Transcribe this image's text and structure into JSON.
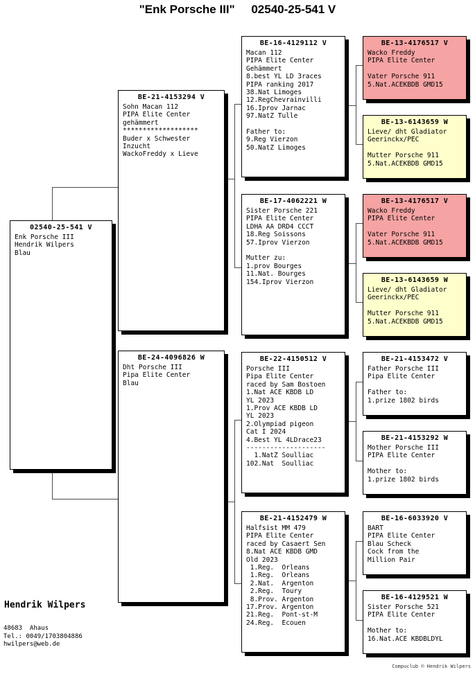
{
  "title": "\"Enk Porsche III\"     02540-25-541 V",
  "colors": {
    "sire_box": "#f5a3a3",
    "dam_box": "#ffffcc",
    "plain_box": "#ffffff",
    "border": "#000000",
    "shadow": "#000000",
    "connector": "#4a4a4a"
  },
  "boxes": {
    "subject": {
      "id": "02540-25-541 V",
      "lines": "Enk Porsche III\nHendrik Wilpers\nBlau"
    },
    "sire": {
      "id": "BE-21-4153294 V",
      "lines": "Sohn Macan 112\nPIPA Elite Center\ngehämmert\n*******************\nBuder x Schwester\nInzucht\nWackoFreddy x Lieve"
    },
    "dam": {
      "id": "BE-24-4096826 W",
      "lines": "Dht Porsche III\nPipa Elite Center\nBlau"
    },
    "sire_sire": {
      "id": "BE-16-4129112 V",
      "lines": "Macan 112\nPIPA Elite Center\nGehämmert\n8.best YL LD 3races\nPIPA ranking 2017\n38.Nat Limoges\n12.RegChevrainvilli\n16.Iprov Jarnac\n97.NatZ Tulle\n\nFather to:\n9.Reg Vierzon\n50.NatZ Limoges"
    },
    "sire_dam": {
      "id": "BE-17-4062221 W",
      "lines": "Sister Porsche 221\nPIPA Elite Center\nLDHA AA DRD4 CCCT\n18.Reg Soissons\n57.Iprov Vierzon\n\nMutter zu:\n1.prov Bourges\n11.Nat. Bourges\n154.Iprov Vierzon"
    },
    "dam_sire": {
      "id": "BE-22-4150512 V",
      "lines": "Porsche III\nPipa Elite Center\nraced by Sam Bostoen\n1.Nat ACE KBDB LD\nYL 2023\n1.Prov ACE KBDB LD\nYL 2023\n2.Olympiad pigeon\nCat I 2024\n4.Best YL 4LDrace23\n--------------------\n  1.NatZ Soulliac\n102.Nat  Soulliac"
    },
    "dam_dam": {
      "id": "BE-21-4152479 W",
      "lines": "Halfsist MM 479\nPIPA Elite Center\nraced by Casaert Sen\n8.Nat ACE KBDB GMD\nOld 2023\n 1.Reg.  Orleans\n 1.Reg.  Orleans\n 2.Nat.  Argenton\n 2.Reg.  Toury\n 8.Prov. Argenton\n17.Prov. Argenton\n21.Reg.  Pont-st-M\n24.Reg.  Ecouen"
    },
    "ss_sire": {
      "id": "BE-13-4176517 V",
      "lines": "Wacko Freddy\nPIPA Elite Center\n\nVater Porsche 911\n5.Nat.ACEKBDB GMD15"
    },
    "ss_dam": {
      "id": "BE-13-6143659 W",
      "lines": "Lieve/ dht Gladiator\nGeerinckx/PEC\n\nMutter Porsche 911\n5.Nat.ACEKBDB GMD15"
    },
    "sd_sire": {
      "id": "BE-13-4176517 V",
      "lines": "Wacko Freddy\nPIPA Elite Center\n\nVater Porsche 911\n5.Nat.ACEKBDB GMD15"
    },
    "sd_dam": {
      "id": "BE-13-6143659 W",
      "lines": "Lieve/ dht Gladiator\nGeerinckx/PEC\n\nMutter Porsche 911\n5.Nat.ACEKBDB GMD15"
    },
    "ds_sire": {
      "id": "BE-21-4153472 V",
      "lines": "Father Porsche III\nPipa Elite Center\n\nFather to:\n1.prize 1802 birds"
    },
    "ds_dam": {
      "id": "BE-21-4153292 W",
      "lines": "Mother Porsche III\nPIPA Elite Center\n\nMother to:\n1.prize 1802 birds"
    },
    "dd_sire": {
      "id": "BE-16-6033920 V",
      "lines": "BART\nPIPA Elite Center\nBlau Scheck\nCock from the\nMillion Pair"
    },
    "dd_dam": {
      "id": "BE-16-4129521 W",
      "lines": "Sister Porsche 521\nPIPA Elite Center\n\nMother to:\n16.Nat.ACE KBDBLDYL"
    }
  },
  "footer": {
    "name": "Hendrik Wilpers",
    "address_lines": "48683  Ahaus\nTel.: 0049/1703804886\nhwilpers@web.de",
    "copyright": "Compuclub © Hendrik Wilpers"
  }
}
